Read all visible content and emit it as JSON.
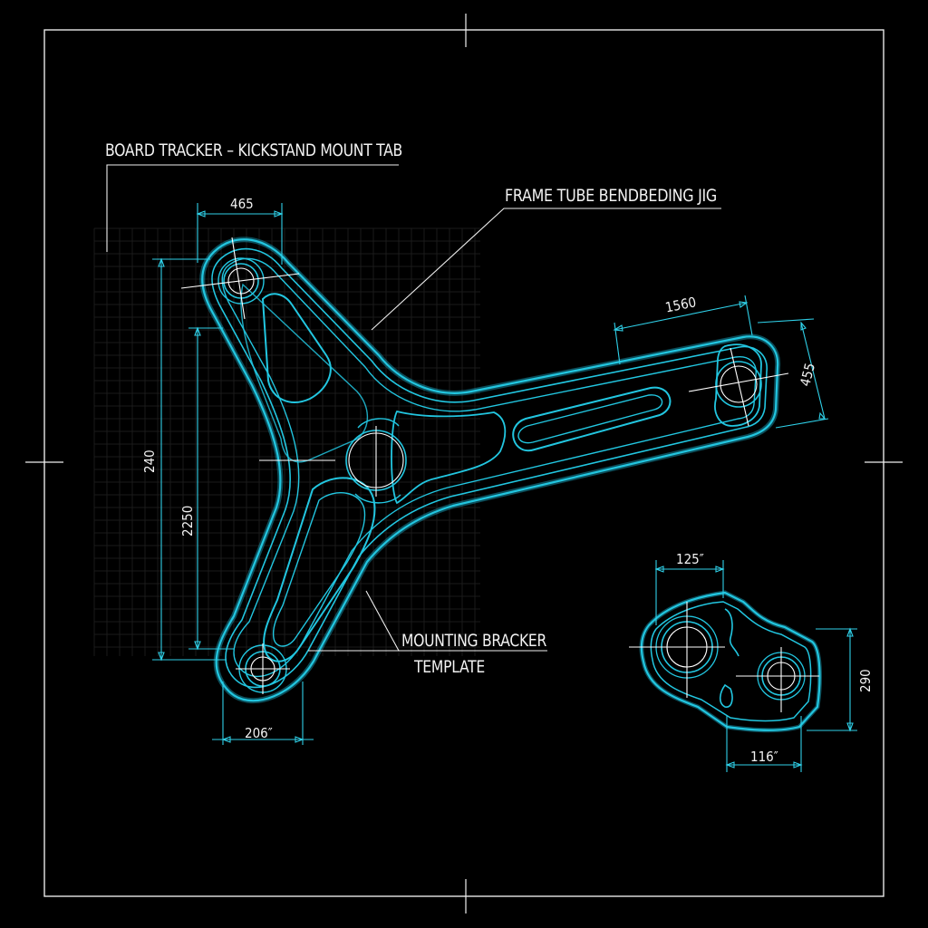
{
  "labels": {
    "title": "BOARD TRACKER – KICKSTAND MOUNT TAB",
    "frame_jig": "FRAME TUBE BENDBEDING JIG",
    "bracket_line1": "MOUNTING BRACKER",
    "bracket_line2": "TEMPLATE"
  },
  "dimensions": {
    "top_width": "465",
    "arm_length": "1560",
    "arm_end_height": "455",
    "overall_height": "240",
    "inner_height": "2250",
    "bottom_width": "206″",
    "small_top_width": "125″",
    "small_height": "290",
    "small_bottom_width": "116″"
  },
  "colors": {
    "background": "#000000",
    "outline_cyan": "#22c6e0",
    "line_white": "#ffffff"
  }
}
